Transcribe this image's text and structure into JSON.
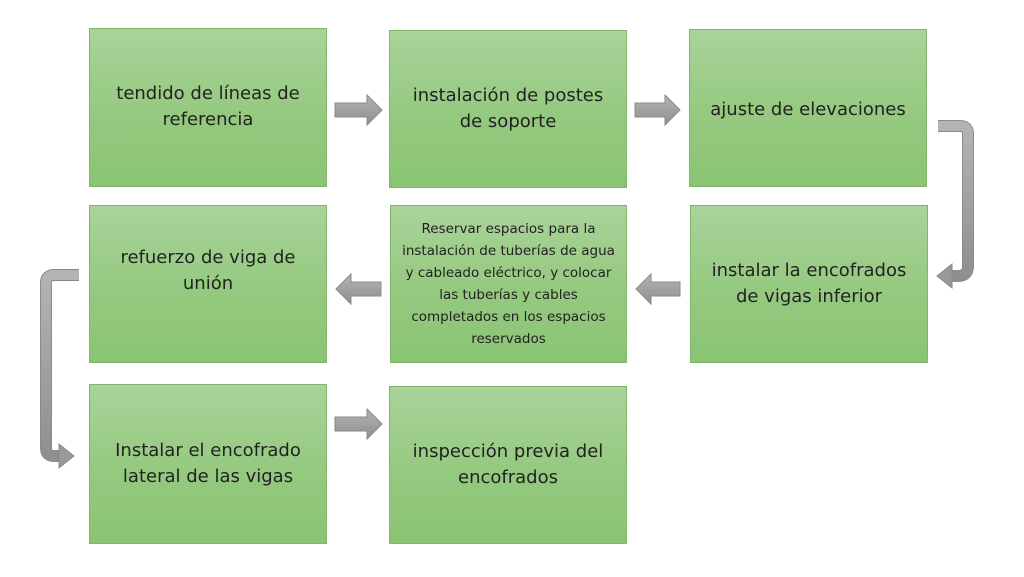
{
  "steps": {
    "s1": "tendido de líneas de referencia",
    "s2": "instalación de postes de soporte",
    "s3": "ajuste de elevaciones",
    "s4": "instalar la  encofrados de vigas inferior",
    "s5": "Reservar espacios para la instalación de tuberías de agua y cableado eléctrico, y colocar las tuberías y cables completados en los espacios reservados",
    "s6": "refuerzo de viga de unión",
    "s7": "Instalar el encofrado lateral de las vigas",
    "s8": "inspección previa del encofrados"
  },
  "colors": {
    "box_fill": "#9ccc88",
    "box_border": "#7fb66b",
    "arrow": "#9e9e9e"
  }
}
